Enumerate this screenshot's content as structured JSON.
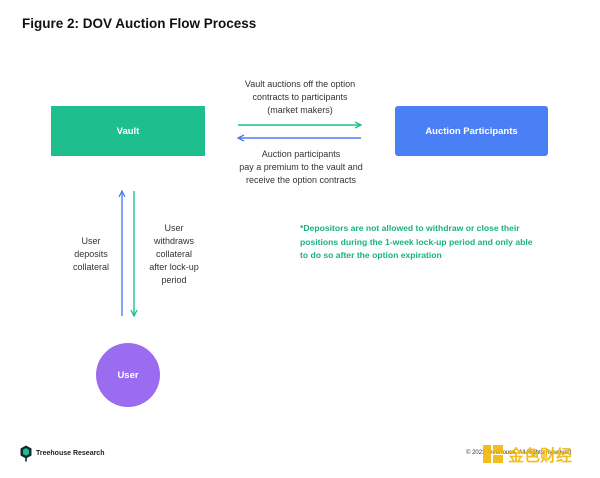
{
  "figure": {
    "title": "Figure 2: DOV Auction Flow Process"
  },
  "nodes": {
    "vault": "Vault",
    "auction_participants": "Auction Participants",
    "user": "User"
  },
  "edge_labels": {
    "vault_to_participants": [
      "Vault auctions off the option",
      "contracts to participants",
      "(market makers)"
    ],
    "participants_to_vault": [
      "Auction participants",
      "pay a premium to the vault and",
      "receive the option contracts"
    ],
    "user_to_vault": [
      "User",
      "deposits",
      "collateral"
    ],
    "vault_to_user": [
      "User",
      "withdraws",
      "collateral",
      "after lock-up",
      "period"
    ]
  },
  "note": {
    "lines": [
      "*Depositors are not allowed to withdraw or close their",
      "positions during the 1-week lock-up period and only able",
      "to do so after the option expiration"
    ]
  },
  "footer": {
    "brand": "Treehouse Research",
    "copyright": "© 2023 Treehouse. All Rights Reserved",
    "watermark": "金色财经"
  },
  "colors": {
    "vault": "#1fbe8f",
    "auction_participants": "#4b7ff6",
    "user": "#9b6cf0",
    "arrow_green": "#1fbe8f",
    "arrow_blue": "#4b7ff6",
    "note": "#19b184",
    "watermark": "#f0b90b"
  }
}
